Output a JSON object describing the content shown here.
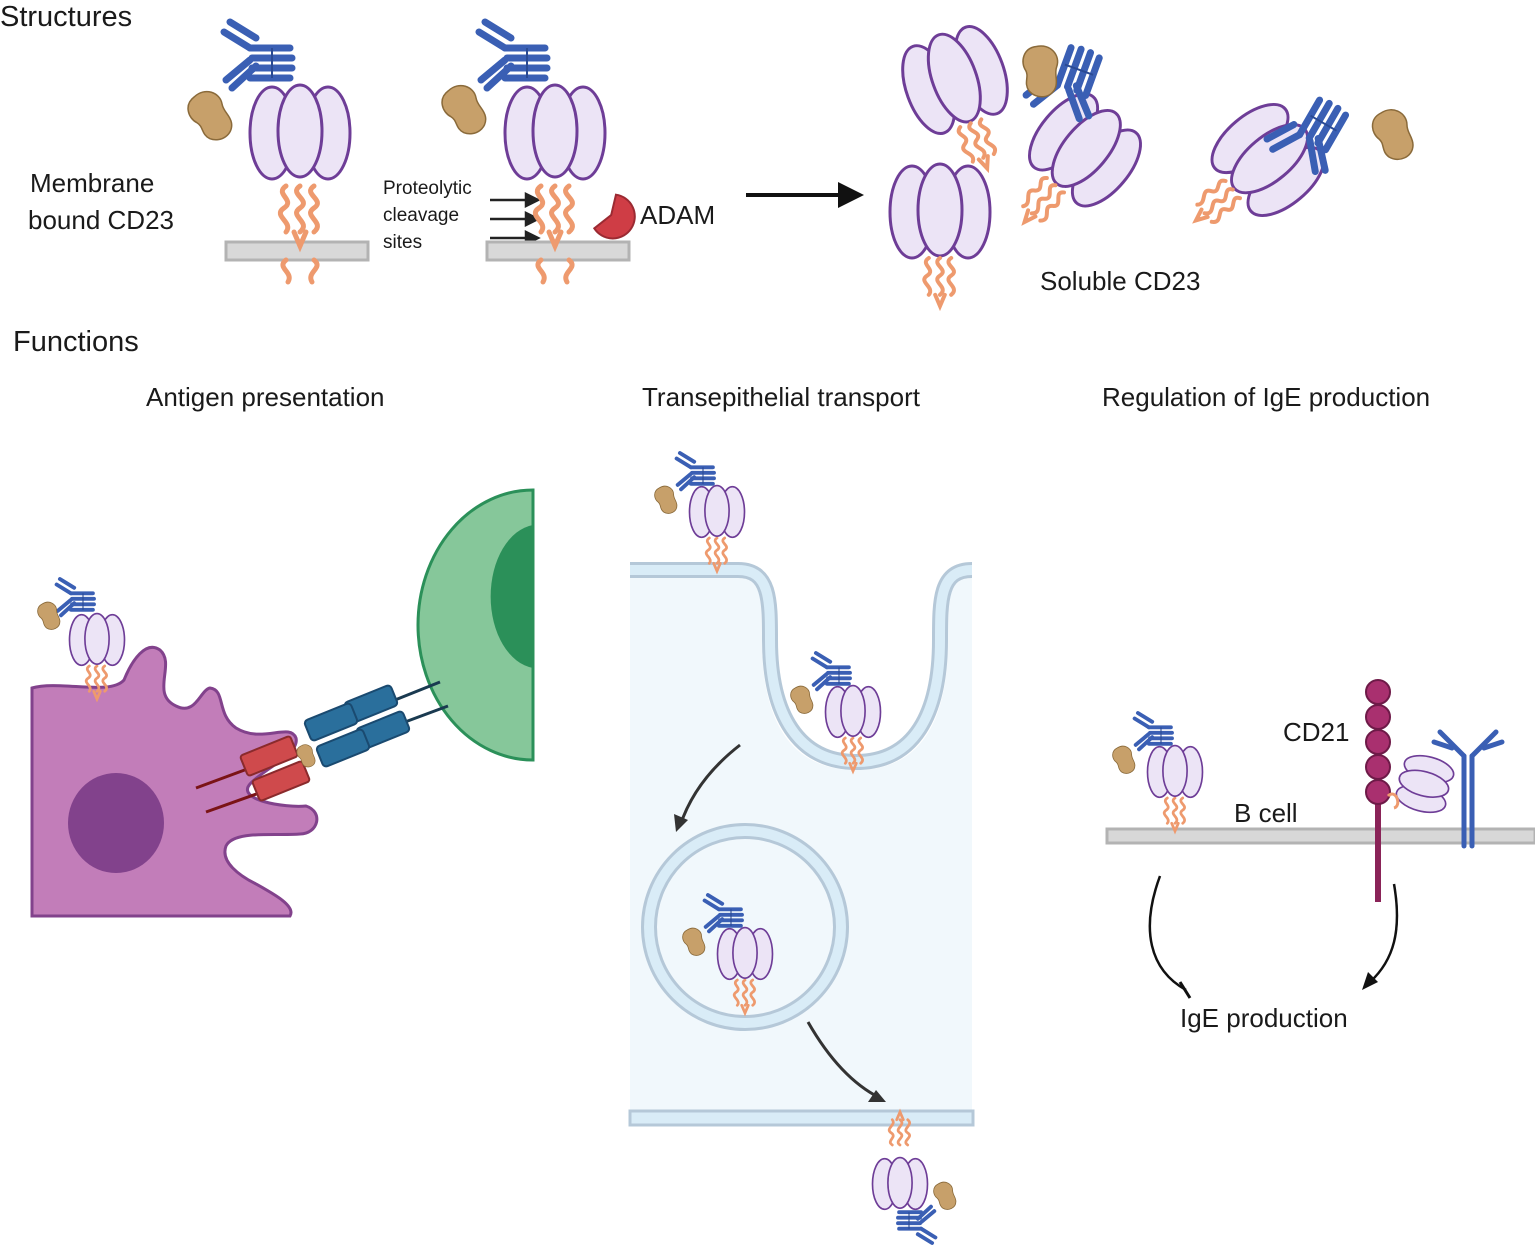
{
  "sections": {
    "structures": "Structures",
    "functions": "Functions"
  },
  "structures": {
    "membrane_bound_line1": "Membrane",
    "membrane_bound_line2": "bound CD23",
    "cleavage_line1": "Proteolytic",
    "cleavage_line2": "cleavage",
    "cleavage_line3": "sites",
    "enzyme": "ADAM",
    "soluble": "Soluble CD23"
  },
  "functions": {
    "antigen_presentation": "Antigen presentation",
    "transepithelial_transport": "Transepithelial transport",
    "regulation": "Regulation of IgE production",
    "cd21": "CD21",
    "b_cell": "B cell",
    "ige_production": "IgE production"
  },
  "colors": {
    "lectin_fill": "#ece4f6",
    "lectin_stroke": "#6e3d97",
    "stalk": "#ee9a6e",
    "antibody": "#3a5fb4",
    "allergen": "#c7a06a",
    "membrane": "#b3b3b3",
    "adam": "#cf3d45",
    "dendritic_cell": "#c27db9",
    "dendritic_nucleus": "#82428c",
    "t_cell": "#86c79a",
    "t_cell_nucleus": "#2b9059",
    "tcr": "#2a6f9c",
    "mhc": "#cf4a4c",
    "vesicle": "#d9ecf7",
    "epithelium": "#f1f8fc",
    "cd21": "#a9306f"
  }
}
